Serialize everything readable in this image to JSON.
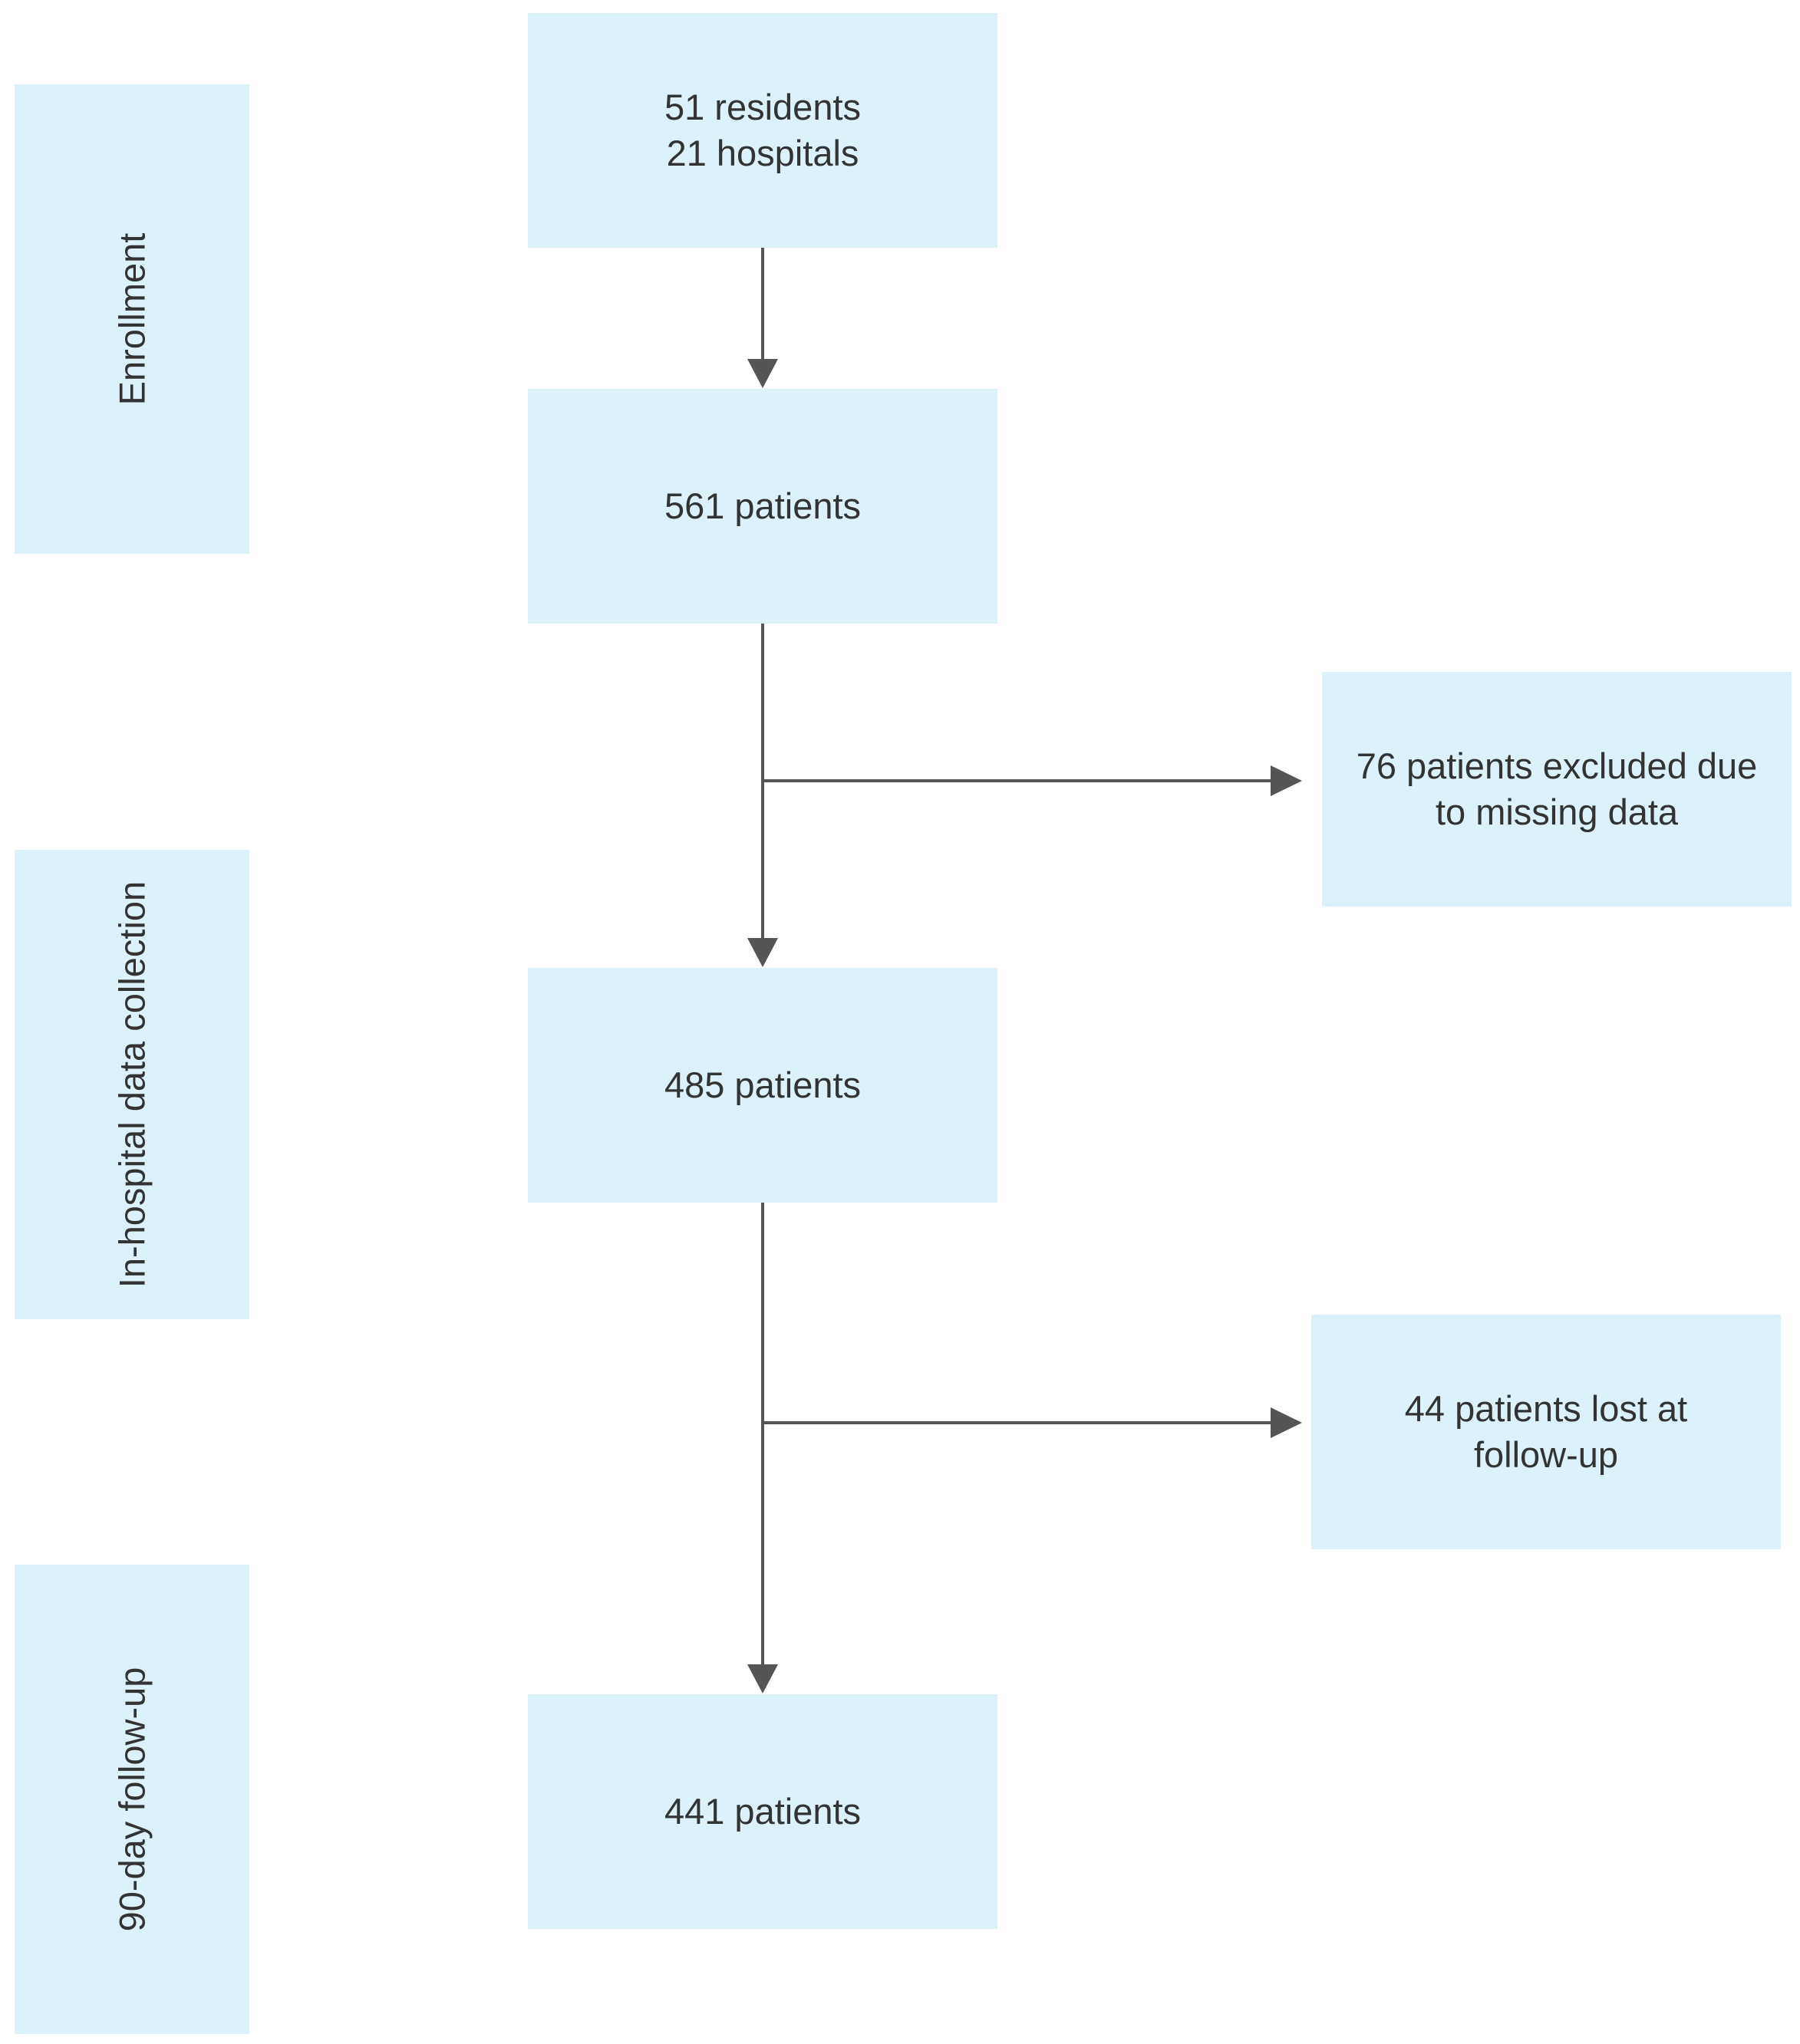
{
  "phases": {
    "enrollment": "Enrollment",
    "in_hospital": "In-hospital data collection",
    "follow_up": "90-day follow-up"
  },
  "nodes": {
    "start": {
      "line1": "51 residents",
      "line2": "21 hospitals"
    },
    "enrolled": "561 patients",
    "excluded": {
      "line1": "76 patients excluded due",
      "line2": "to missing data"
    },
    "collected": "485 patients",
    "lost": {
      "line1": "44 patients lost at",
      "line2": "follow-up"
    },
    "final": "441 patients"
  },
  "colors": {
    "box_fill": "#dcf1f9",
    "arrow": "#555555",
    "text": "#333333"
  }
}
